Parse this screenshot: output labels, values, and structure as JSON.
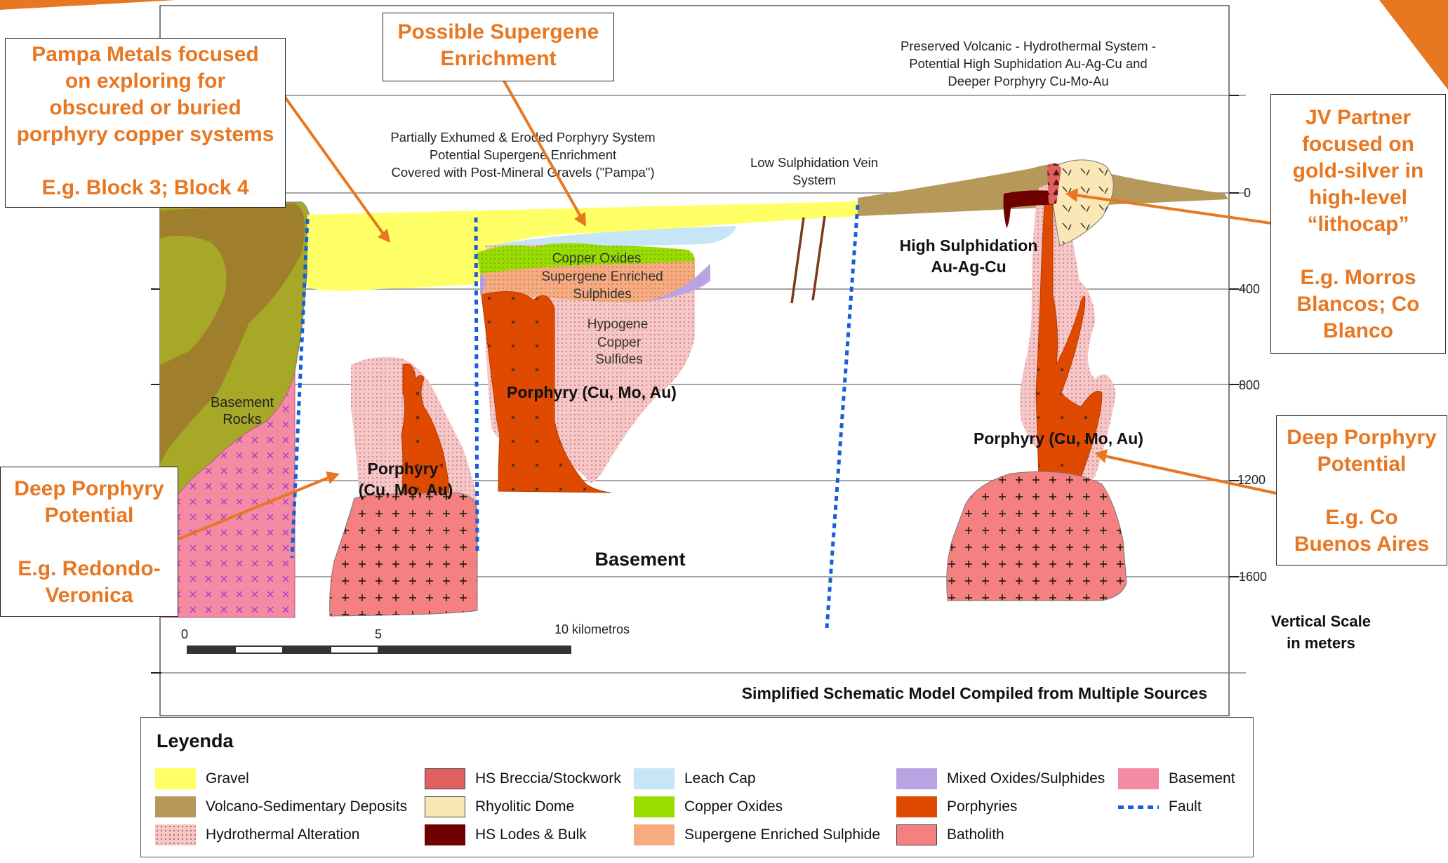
{
  "diagram": {
    "headers": {
      "preserved": [
        "Preserved Volcanic - Hydrothermal System -",
        "Potential High Suphidation Au-Ag-Cu and",
        "Deeper Porphyry Cu-Mo-Au"
      ],
      "exhumed": [
        "Partially Exhumed & Eroded Porphyry System",
        "Potential Supergene Enrichment",
        "Covered with Post-Mineral Gravels  (\"Pampa\")"
      ],
      "low_sulph": [
        "Low Sulphidation Vein",
        "System"
      ]
    },
    "labels": {
      "copper_oxides": "Copper Oxides",
      "supergene": "Supergene Enriched",
      "sulphides": "Sulphides",
      "hypogene": [
        "Hypogene",
        "Copper",
        "Sulfides"
      ],
      "porphyry_center": "Porphyry (Cu, Mo, Au)",
      "porphyry_left": [
        "Porphyry",
        "(Cu, Mo, Au)"
      ],
      "porphyry_right": "Porphyry (Cu, Mo, Au)",
      "high_sulph": [
        "High Sulphidation",
        "Au-Ag-Cu"
      ],
      "basement": "Basement",
      "basement_rocks": [
        "Basement",
        "Rocks"
      ]
    },
    "depth_scale": [
      "0",
      "400",
      "800",
      "1200",
      "1600"
    ],
    "depth_title": [
      "Vertical Scale",
      "in meters"
    ],
    "scale_bar": {
      "start": "0",
      "mid": "5",
      "end": "10 kilometros"
    },
    "caption": "Simplified Schematic Model Compiled from Multiple Sources"
  },
  "callouts": {
    "pampa": [
      "Pampa Metals focused",
      "on exploring for",
      "obscured or buried",
      "porphyry copper systems",
      "",
      "E.g. Block 3; Block 4"
    ],
    "supergene": [
      "Possible Supergene",
      "Enrichment"
    ],
    "jv": [
      "JV Partner",
      "focused on",
      "gold-silver in",
      "high-level",
      "“lithocap”",
      "",
      "E.g. Morros",
      "Blancos; Co",
      "Blanco"
    ],
    "deep_left": [
      "Deep Porphyry",
      "Potential",
      "",
      "E.g. Redondo-",
      "Veronica"
    ],
    "deep_right": [
      "Deep Porphyry",
      "Potential",
      "",
      "E.g. Co",
      "Buenos Aires"
    ]
  },
  "legend": {
    "title": "Leyenda",
    "items": [
      {
        "label": "Gravel",
        "color": "#ffff66"
      },
      {
        "label": "Volcano-Sedimentary Deposits",
        "color": "#b5985a"
      },
      {
        "label": "Hydrothermal Alteration",
        "color": "#f7c6c6"
      },
      {
        "label": "HS Breccia/Stockwork",
        "color": "#e06060"
      },
      {
        "label": "Rhyolitic Dome",
        "color": "#fbe6b5"
      },
      {
        "label": "HS Lodes & Bulk",
        "color": "#6e0000"
      },
      {
        "label": "Leach Cap",
        "color": "#c6e6f7"
      },
      {
        "label": "Copper Oxides",
        "color": "#99dd00"
      },
      {
        "label": "Supergene Enriched Sulphide",
        "color": "#f9ab80"
      },
      {
        "label": "Mixed Oxides/Sulphides",
        "color": "#b9a3e3"
      },
      {
        "label": "Porphyries",
        "color": "#e04a00"
      },
      {
        "label": "Batholith",
        "color": "#f48080"
      },
      {
        "label": "Basement",
        "color": "#f48aa4"
      },
      {
        "label": "Fault",
        "color": "#1560d8"
      }
    ]
  },
  "colors": {
    "accent": "#e87722",
    "fault": "#1560d8"
  }
}
